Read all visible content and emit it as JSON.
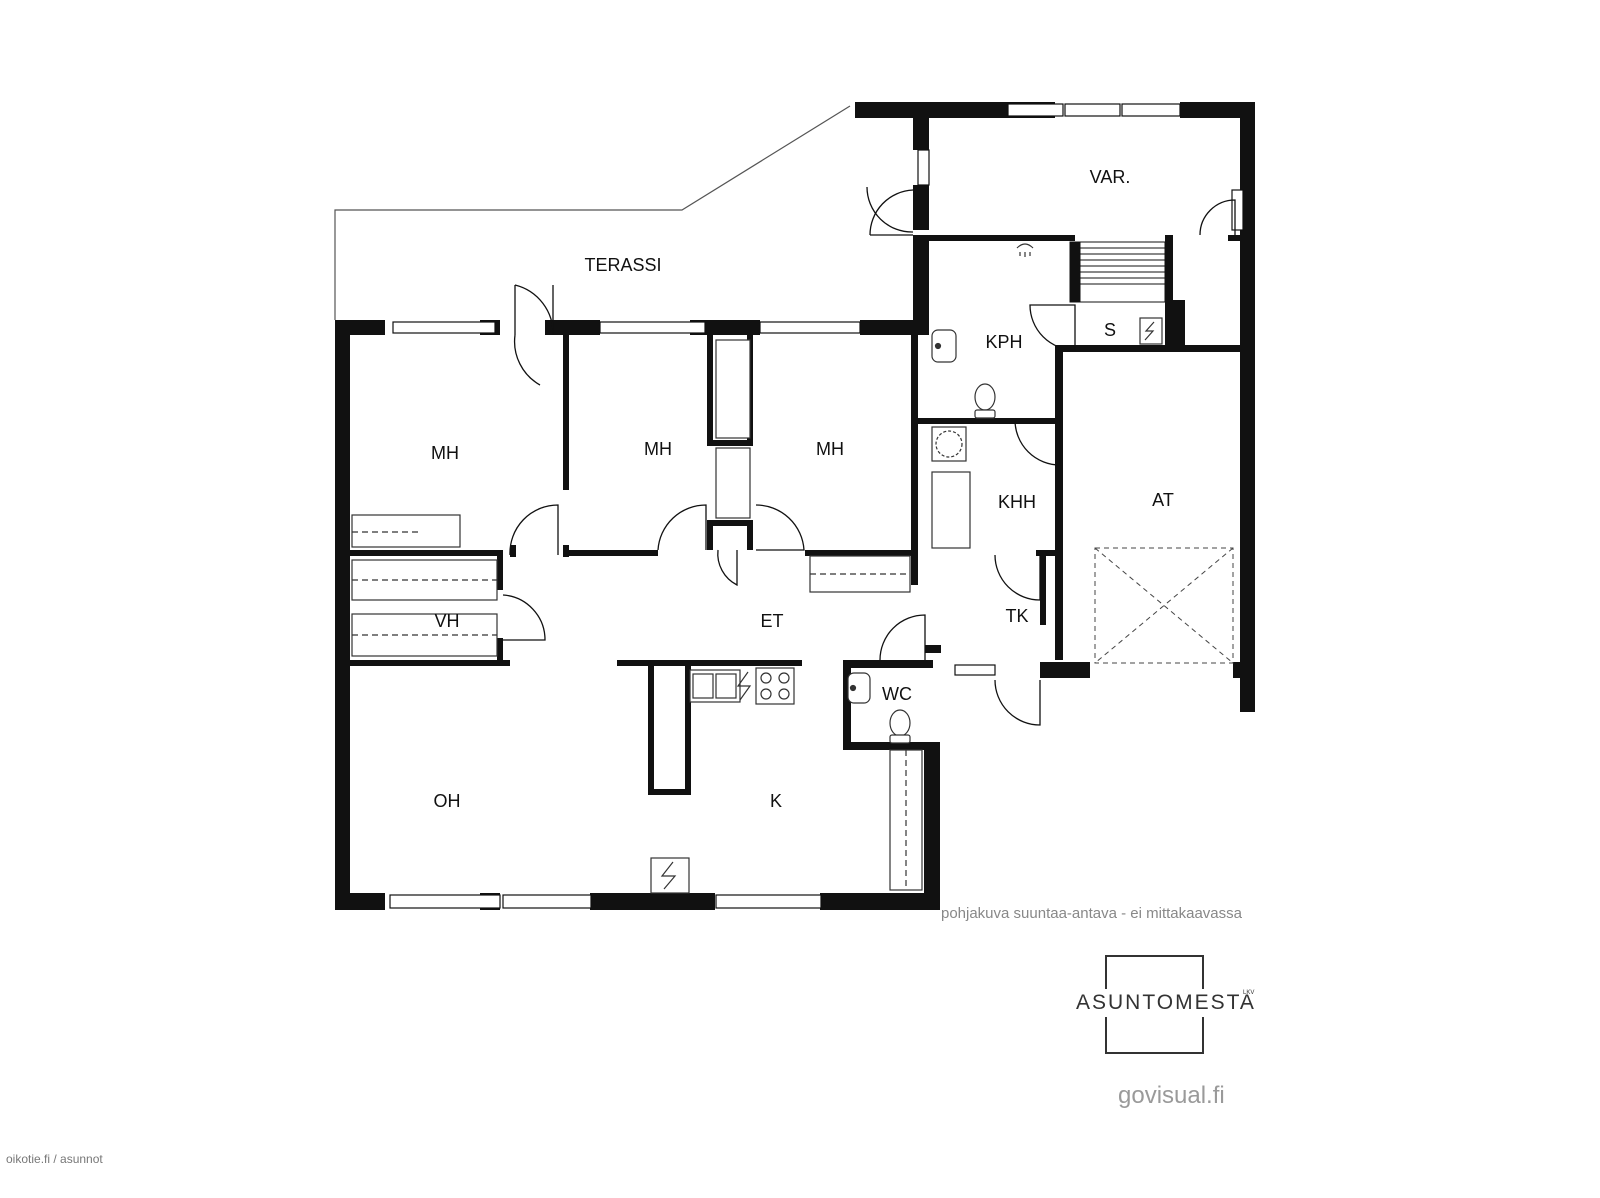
{
  "rooms": {
    "terassi": "TERASSI",
    "var": "VAR.",
    "kph": "KPH",
    "s": "S",
    "mh1": "MH",
    "mh2": "MH",
    "mh3": "MH",
    "khh": "KHH",
    "at": "AT",
    "vh": "VH",
    "et": "ET",
    "tk": "TK",
    "wc": "WC",
    "oh": "OH",
    "k": "K"
  },
  "note": "pohjakuva suuntaa-antava - ei mittakaavassa",
  "logo": {
    "text": "ASUNTOMESTA",
    "suffix": "LKV"
  },
  "credit": "govisual.fi",
  "source": "oikotie.fi / asunnot",
  "colors": {
    "wall": "#111111",
    "line": "#333333",
    "note": "#888888"
  },
  "icons": [
    "shower-icon",
    "sink-icon",
    "toilet-icon",
    "electric-panel-icon",
    "stove-icon",
    "kitchen-sink-icon",
    "sauna-bench-icon",
    "washing-machine-icon"
  ]
}
